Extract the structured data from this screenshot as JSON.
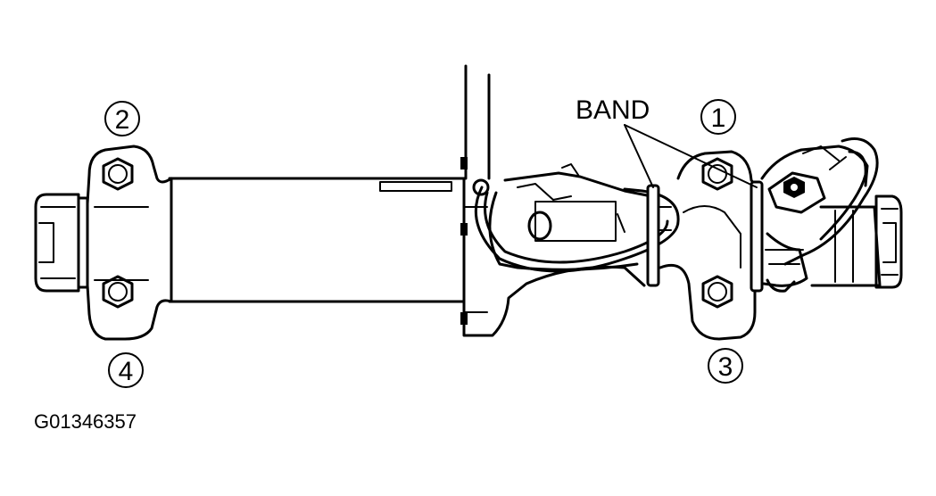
{
  "callouts": {
    "one": "1",
    "two": "2",
    "three": "3",
    "four": "4"
  },
  "labels": {
    "band": "BAND"
  },
  "figure_code": "G01346357",
  "icons": [
    "bolt-icon"
  ]
}
